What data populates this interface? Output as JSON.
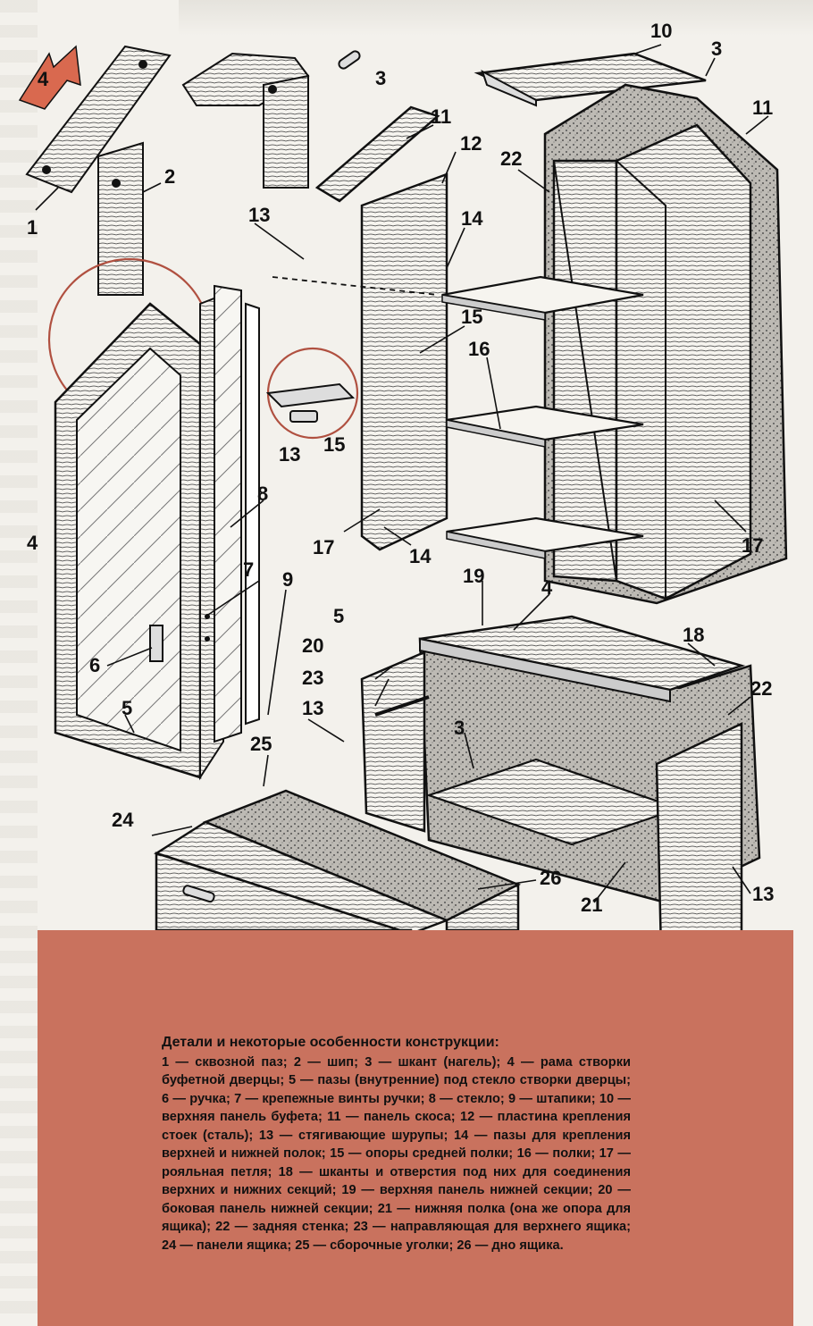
{
  "figure": {
    "callouts": {
      "c4_arrow": "4",
      "c1": "1",
      "c2": "2",
      "c3_top": "3",
      "c10": "10",
      "c3_right": "3",
      "c11_left": "11",
      "c11_right": "11",
      "c12": "12",
      "c22_top": "22",
      "c13_a": "13",
      "c14_a": "14",
      "c15_a": "15",
      "c16": "16",
      "c15_b": "15",
      "c13_b": "13",
      "c8": "8",
      "c4_left": "4",
      "c7": "7",
      "c9": "9",
      "c17_left": "17",
      "c14_b": "14",
      "c17_right": "17",
      "c4_mid": "4",
      "c6": "6",
      "c5_left": "5",
      "c19": "19",
      "c5_mid": "5",
      "c18": "18",
      "c20": "20",
      "c22_bottom": "22",
      "c23": "23",
      "c13_c": "13",
      "c3_bottom": "3",
      "c25": "25",
      "c24": "24",
      "c26": "26",
      "c21": "21",
      "c13_d": "13"
    }
  },
  "caption": {
    "title": "Детали и некоторые особенности конструкции:",
    "body": "1 — сквозной паз; 2 — шип; 3 — шкант (нагель); 4 — рама створки буфетной дверцы; 5 — пазы (внутренние) под стекло створки дверцы; 6 — ручка; 7 — крепежные винты ручки; 8 — стекло; 9 — штапики; 10 — верхняя панель буфета; 11 — панель скоса; 12 — пластина крепления стоек (сталь); 13 — стягивающие шурупы; 14 — пазы для крепления верхней и нижней полок; 15 — опоры средней полки; 16 — полки; 17 — рояльная петля; 18 — шканты и отверстия под них для соединения верхних и нижних секций; 19 — верхняя панель нижней секции; 20 — боковая панель нижней секции; 21 — нижняя полка (она же опора для ящика); 22 — задняя стенка; 23 — направляющая для верхнего ящика; 24 — панели ящика; 25 — сборочные уголки; 26 — дно ящика."
  },
  "colors": {
    "caption_background": "#c9725e",
    "paper": "#f3f1ec",
    "ink": "#111111",
    "arrow_badge": "#d9694f"
  }
}
